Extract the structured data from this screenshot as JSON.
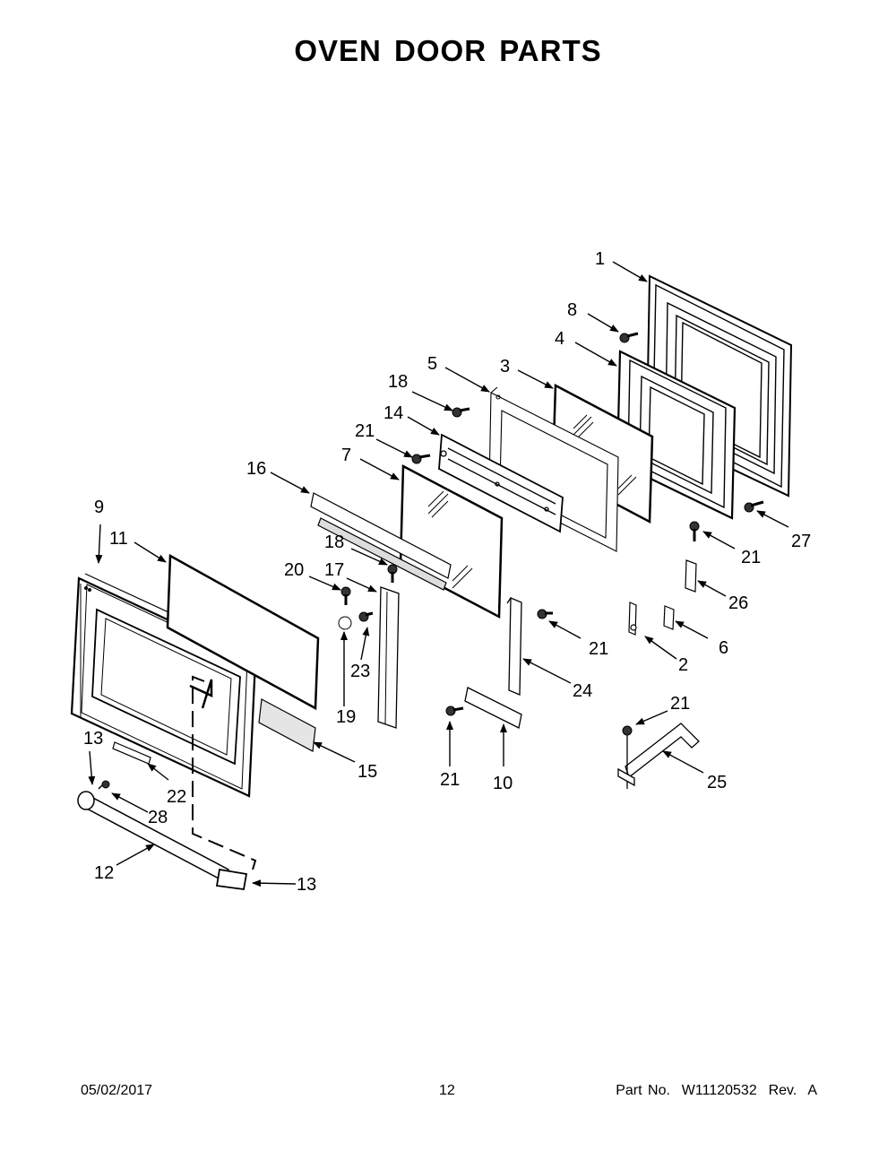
{
  "title": "OVEN DOOR PARTS",
  "footer": {
    "date": "05/02/2017",
    "page": "12",
    "part_no": "Part No.  W11120532  Rev.  A"
  },
  "callouts": [
    "1",
    "8",
    "4",
    "5",
    "3",
    "18",
    "14",
    "21",
    "7",
    "16",
    "9",
    "11",
    "18",
    "20",
    "17",
    "21",
    "27",
    "26",
    "6",
    "21",
    "2",
    "23",
    "24",
    "19",
    "13",
    "22",
    "15",
    "28",
    "21",
    "10",
    "21",
    "25",
    "12",
    "13"
  ]
}
